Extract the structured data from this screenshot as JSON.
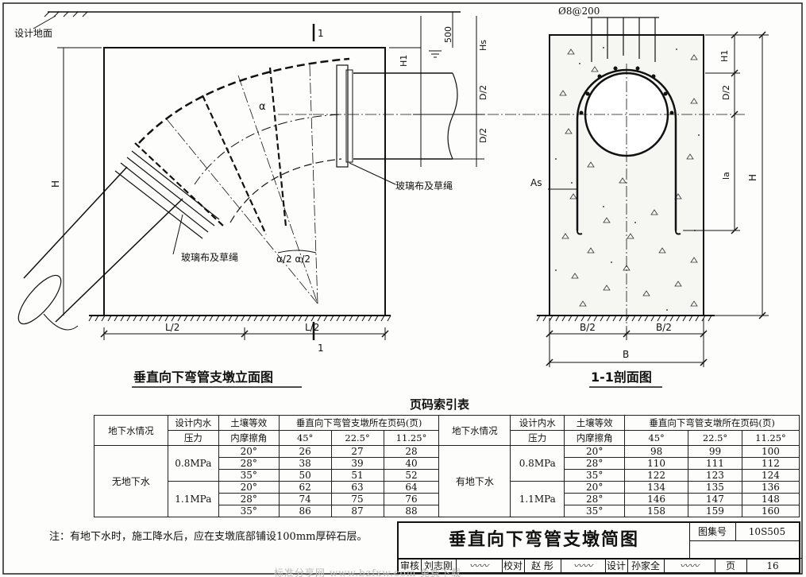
{
  "elevation": {
    "ground_label": "设计地面",
    "depth_500": "500",
    "hs": "Hs",
    "h1": "H1",
    "d2_top": "D/2",
    "d2_bot": "D/2",
    "h": "H",
    "alpha": "α",
    "half_angles": "α/2 α/2",
    "wrap_label_right": "玻璃布及草绳",
    "wrap_label_left": "玻璃布及草绳",
    "l2_left": "L/2",
    "l2_right": "L/2",
    "section_mark_top": "1",
    "section_mark_bot": "1",
    "caption": "垂直向下弯管支墩立面图"
  },
  "section": {
    "rebar": "Ø8@200",
    "h1": "H1",
    "d2": "D/2",
    "la": "la",
    "h": "H",
    "as": "As",
    "b2_left": "B/2",
    "b2_right": "B/2",
    "b": "B",
    "caption": "1-1剖面图"
  },
  "table": {
    "title": "页码索引表",
    "headers": {
      "groundwater": "地下水情况",
      "pressure_1": "设计内水",
      "pressure_2": "压力",
      "friction_1": "土壤等效",
      "friction_2": "内摩擦角",
      "pages": "垂直向下弯管支墩所在页码(页)",
      "a45": "45°",
      "a22": "22.5°",
      "a11": "11.25°"
    },
    "left": {
      "condition": "无地下水",
      "groups": [
        {
          "pressure": "0.8MPa",
          "rows": [
            [
              "20°",
              "26",
              "27",
              "28"
            ],
            [
              "28°",
              "38",
              "39",
              "40"
            ],
            [
              "35°",
              "50",
              "51",
              "52"
            ]
          ]
        },
        {
          "pressure": "1.1MPa",
          "rows": [
            [
              "20°",
              "62",
              "63",
              "64"
            ],
            [
              "28°",
              "74",
              "75",
              "76"
            ],
            [
              "35°",
              "86",
              "87",
              "88"
            ]
          ]
        }
      ]
    },
    "right": {
      "condition": "有地下水",
      "groups": [
        {
          "pressure": "0.8MPa",
          "rows": [
            [
              "20°",
              "98",
              "99",
              "100"
            ],
            [
              "28°",
              "110",
              "111",
              "112"
            ],
            [
              "35°",
              "122",
              "123",
              "124"
            ]
          ]
        },
        {
          "pressure": "1.1MPa",
          "rows": [
            [
              "20°",
              "134",
              "135",
              "136"
            ],
            [
              "28°",
              "146",
              "147",
              "148"
            ],
            [
              "35°",
              "158",
              "159",
              "160"
            ]
          ]
        }
      ]
    }
  },
  "note": "注：有地下水时，施工降水后，应在支墩底部铺设100mm厚碎石层。",
  "titleblock": {
    "title": "垂直向下弯管支墩简图",
    "atlas_label": "图集号",
    "atlas_no": "10S505",
    "review": "审核",
    "reviewer": "刘志刚",
    "check": "校对",
    "checker": "赵 彤",
    "design": "设计",
    "designer": "孙家全",
    "page_label": "页",
    "page_no": "16"
  },
  "watermark": "标准分享网 www.bzfxw.com 免费下载"
}
